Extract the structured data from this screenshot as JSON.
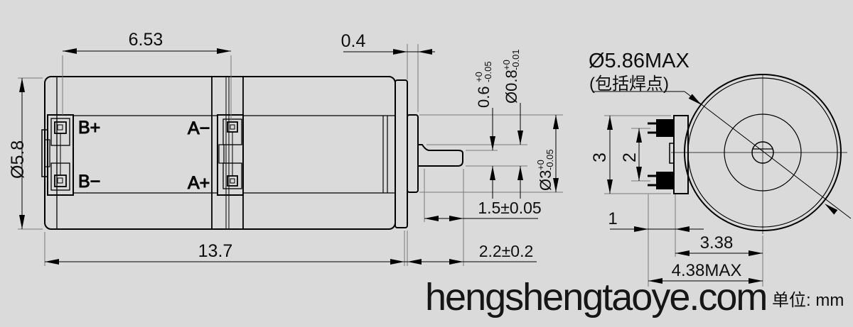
{
  "canvas": {
    "background": "#dadada",
    "line_color": "#000000",
    "extension_line_color": "#7a7a7a",
    "solder_pad_color": "#000000"
  },
  "side_view": {
    "terminals": {
      "b_plus": "B+",
      "b_minus": "B−",
      "a_minus": "A−",
      "a_plus": "A+"
    },
    "dims": {
      "coil_span": "6.53",
      "boss_length": "0.4",
      "body_diameter": "Ø5.8",
      "body_length": "13.7",
      "flat_length": "1.5±0.05",
      "shaft_length": "2.2±0.2",
      "flat_height": {
        "value": "0.6",
        "tol_upper": "+0",
        "tol_lower": "-0.05"
      },
      "shaft_diameter": {
        "value": "Ø0.8",
        "tol_upper": "+0",
        "tol_lower": "-0.01"
      },
      "boss_diameter": {
        "value": "Ø3",
        "tol_upper": "+0",
        "tol_lower": "-0.05"
      }
    }
  },
  "end_view": {
    "dims": {
      "max_diameter": "Ø5.86MAX",
      "max_diameter_note": "(包括焊点)",
      "terminal_block_height": "3",
      "pad_pitch": "2",
      "pin_length": "1",
      "terminal_to_center": "3.38",
      "overall_width": "4.38MAX"
    }
  },
  "footer": {
    "watermark": "hengshengtaoye.com",
    "unit_label": "单位: mm"
  }
}
